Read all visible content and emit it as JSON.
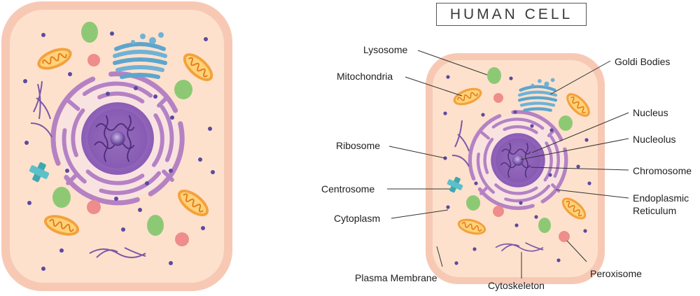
{
  "title": "HUMAN CELL",
  "side_id": "531658471",
  "labels": {
    "lysosome": "Lysosome",
    "mitochondria": "Mitochondria",
    "ribosome": "Ribosome",
    "centrosome": "Centrosome",
    "cytoplasm": "Cytoplasm",
    "plasma_membrane": "Plasma Membrane",
    "goldi_bodies": "Goldi Bodies",
    "nucleus": "Nucleus",
    "nucleolus": "Nucleolus",
    "chromosome": "Chromosome",
    "er_line1": "Endoplasmic",
    "er_line2": "Reticulum",
    "peroxisome": "Peroxisome",
    "cytoskeleton": "Cytoskeleton"
  },
  "colors": {
    "membrane": "#f7c9b4",
    "cytoplasm": "#fde1cc",
    "er": "#b482c4",
    "nucleus": "#9c6fc0",
    "nucleolus": "#5c3a8e",
    "mitochondria": "#f4a13c",
    "golgi": "#6fb2d6",
    "lysosome": "#8dc974",
    "peroxisome": "#ef8c8c",
    "ribosome": "#5a4aa0",
    "centrosome": "#3fa7b0",
    "cytoskeleton": "#7b58a8"
  }
}
